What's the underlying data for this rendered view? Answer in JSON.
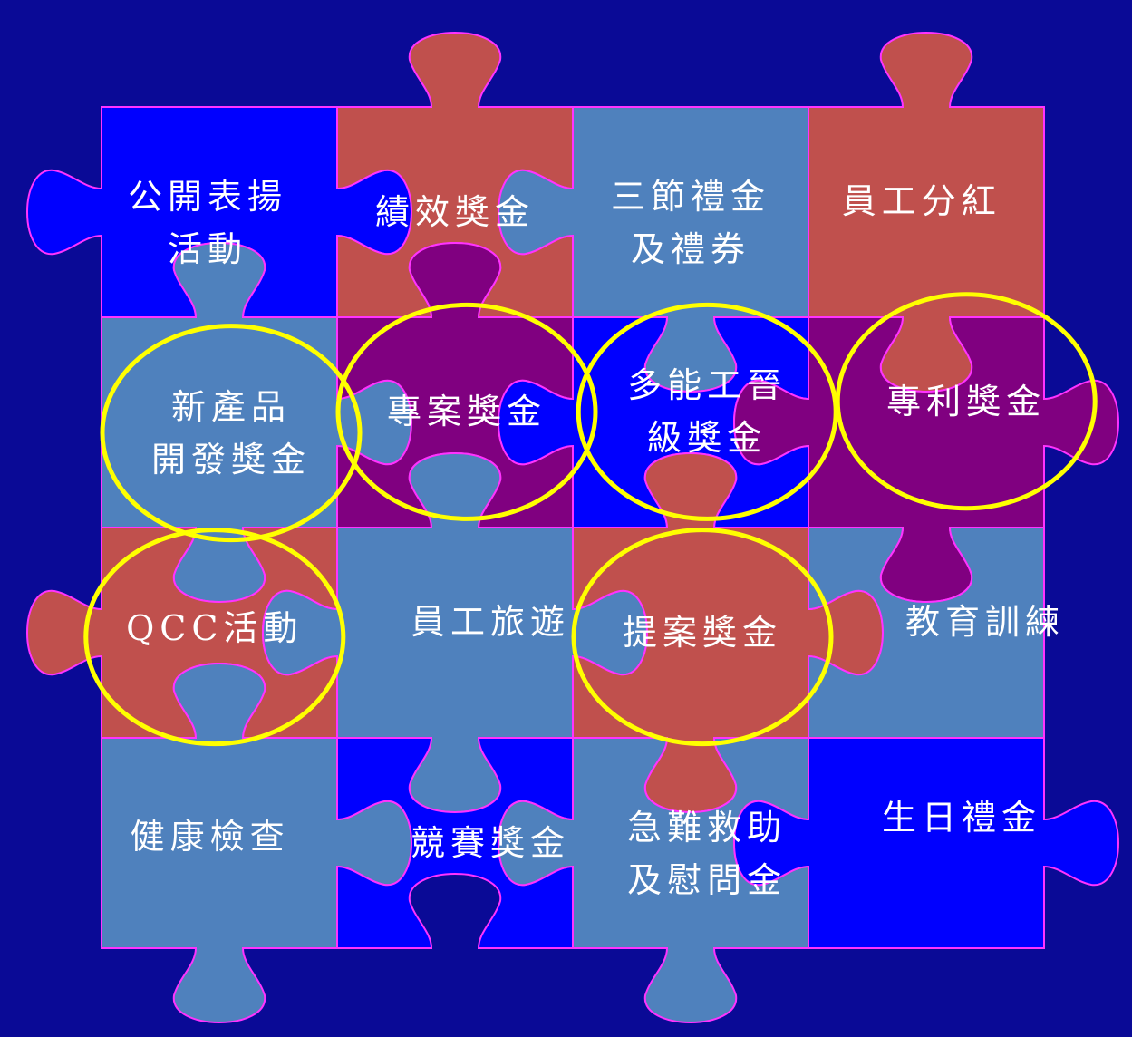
{
  "colors": {
    "background": "#0a0a96",
    "brick": "#c0504d",
    "steel": "#4f81bd",
    "blue": "#0000ff",
    "purple": "#800080",
    "outline": "#ff33ff",
    "highlight": "#ffff00"
  },
  "pieces": [
    {
      "row": 0,
      "col": 0,
      "fill": "blue",
      "lines": [
        "公開表揚",
        "活動"
      ]
    },
    {
      "row": 0,
      "col": 1,
      "fill": "brick",
      "lines": [
        "績效獎金"
      ]
    },
    {
      "row": 0,
      "col": 2,
      "fill": "steel",
      "lines": [
        "三節禮金",
        "及禮券"
      ]
    },
    {
      "row": 0,
      "col": 3,
      "fill": "brick",
      "lines": [
        "員工分紅"
      ]
    },
    {
      "row": 1,
      "col": 0,
      "fill": "steel",
      "lines": [
        "新產品",
        "開發獎金"
      ],
      "highlighted": true
    },
    {
      "row": 1,
      "col": 1,
      "fill": "purple",
      "lines": [
        "專案獎金"
      ],
      "highlighted": true
    },
    {
      "row": 1,
      "col": 2,
      "fill": "blue",
      "lines": [
        "多能工晉",
        "級獎金"
      ],
      "highlighted": true
    },
    {
      "row": 1,
      "col": 3,
      "fill": "purple",
      "lines": [
        "專利獎金"
      ],
      "highlighted": true
    },
    {
      "row": 2,
      "col": 0,
      "fill": "brick",
      "lines": [
        "QCC活動"
      ],
      "highlighted": true
    },
    {
      "row": 2,
      "col": 1,
      "fill": "steel",
      "lines": [
        "員工旅遊"
      ]
    },
    {
      "row": 2,
      "col": 2,
      "fill": "brick",
      "lines": [
        "提案獎金"
      ],
      "highlighted": true
    },
    {
      "row": 2,
      "col": 3,
      "fill": "steel",
      "lines": [
        "教育訓練"
      ]
    },
    {
      "row": 3,
      "col": 0,
      "fill": "steel",
      "lines": [
        "健康檢查"
      ]
    },
    {
      "row": 3,
      "col": 1,
      "fill": "blue",
      "lines": [
        "競賽獎金"
      ]
    },
    {
      "row": 3,
      "col": 2,
      "fill": "steel",
      "lines": [
        "急難救助",
        "及慰問金"
      ]
    },
    {
      "row": 3,
      "col": 3,
      "fill": "blue",
      "lines": [
        "生日禮金"
      ]
    }
  ]
}
